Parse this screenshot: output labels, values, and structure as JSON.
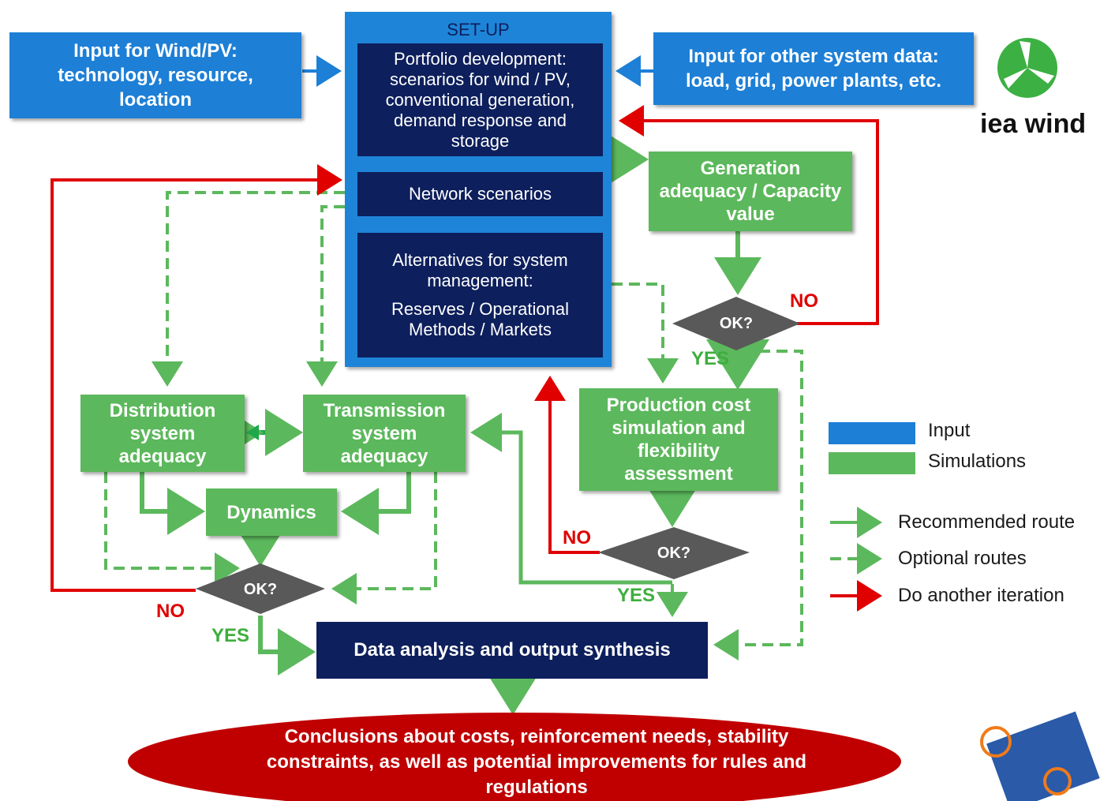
{
  "input_wind_pv": "Input for Wind/PV: technology, resource, location",
  "input_other": "Input for other system data: load, grid, power plants, etc.",
  "setup": {
    "title": "SET-UP",
    "portfolio": "Portfolio development: scenarios for wind / PV, conventional generation, demand response and storage",
    "network": "Network scenarios",
    "alternatives_line1": "Alternatives for system management:",
    "alternatives_line2": "Reserves / Operational Methods / Markets"
  },
  "boxes": {
    "generation_adequacy": "Generation adequacy / Capacity value",
    "production_cost": "Production cost simulation and flexibility assessment",
    "distribution": "Distribution system adequacy",
    "transmission": "Transmission system adequacy",
    "dynamics": "Dynamics",
    "data_analysis": "Data analysis and output synthesis"
  },
  "decisions": {
    "ok": "OK?",
    "yes": "YES",
    "no": "NO"
  },
  "conclusions": "Conclusions about costs, reinforcement needs, stability constraints, as well as potential improvements for rules and regulations",
  "legend": {
    "input": "Input",
    "simulations": "Simulations",
    "recommended": "Recommended route",
    "optional": "Optional routes",
    "iteration": "Do another iteration"
  },
  "logo": "iea wind",
  "colors": {
    "input_blue": "#1d7fd6",
    "setup_navy": "#0d1f5c",
    "simulation_green": "#5cb85c",
    "iteration_red": "#e00000",
    "decision_gray": "#595959",
    "conclusion_red": "#c00000"
  }
}
